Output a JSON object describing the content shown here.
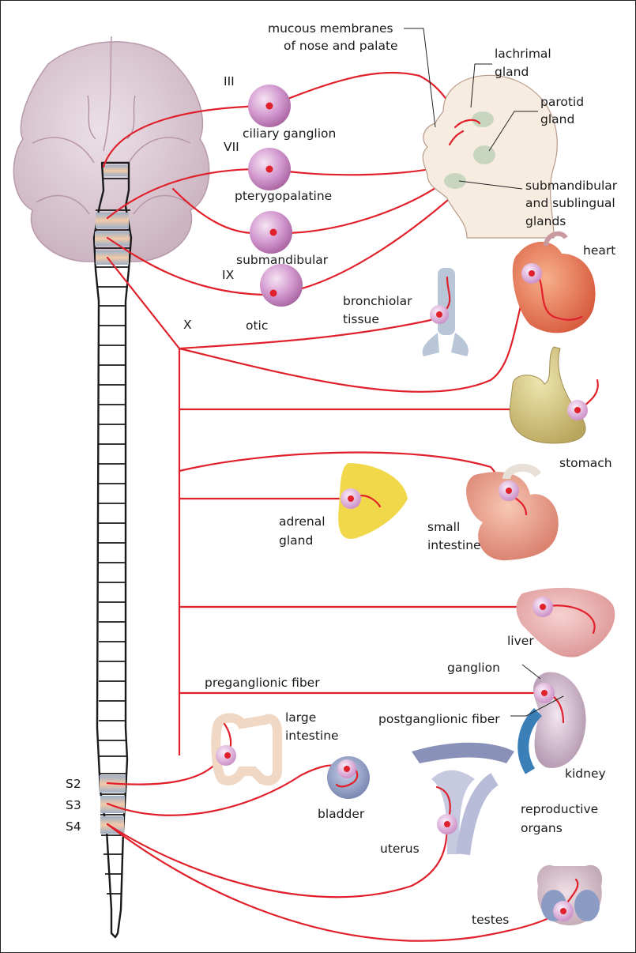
{
  "cranial_nerves": {
    "III": "III",
    "VII": "VII",
    "IX": "IX",
    "X": "X"
  },
  "ganglia": {
    "ciliary": "ciliary ganglion",
    "pterygopalatine": "pterygopalatine",
    "submandibular": "submandibular",
    "otic": "otic"
  },
  "head_targets": {
    "mucous_line1": "mucous membranes",
    "mucous_line2": "of nose and palate",
    "lachrimal_line1": "lachrimal",
    "lachrimal_line2": "gland",
    "parotid_line1": "parotid",
    "parotid_line2": "gland",
    "submandibular_line1": "submandibular",
    "submandibular_line2": "and sublingual",
    "submandibular_line3": "glands"
  },
  "organs": {
    "heart": "heart",
    "bronchiolar_line1": "bronchiolar",
    "bronchiolar_line2": "tissue",
    "stomach": "stomach",
    "adrenal_line1": "adrenal",
    "adrenal_line2": "gland",
    "small_intestine_line1": "small",
    "small_intestine_line2": "intestine",
    "liver": "liver",
    "kidney": "kidney",
    "large_intestine_line1": "large",
    "large_intestine_line2": "intestine",
    "bladder": "bladder",
    "uterus": "uterus",
    "reproductive_line1": "reproductive",
    "reproductive_line2": "organs",
    "testes": "testes"
  },
  "legend_labels": {
    "preganglionic": "preganglionic fiber",
    "postganglionic": "postganglionic fiber",
    "ganglion": "ganglion"
  },
  "sacral_segments": {
    "s2": "S2",
    "s3": "S3",
    "s4": "S4"
  },
  "colors": {
    "nerve": "#e0202a",
    "ganglion": "#c988c4",
    "brain": "#ddc8d2",
    "outline": "#1a1a1a"
  }
}
